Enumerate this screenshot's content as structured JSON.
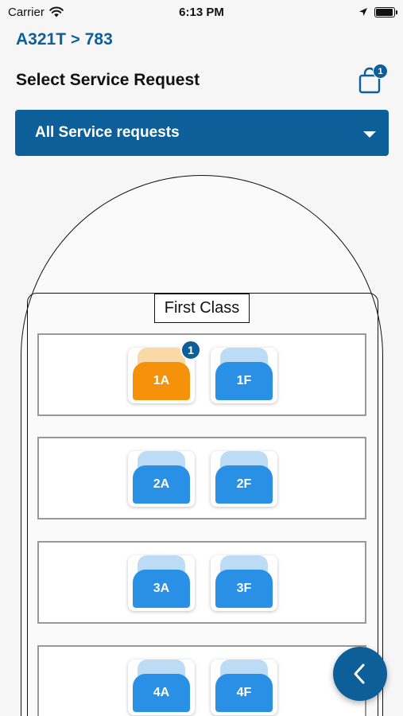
{
  "status_bar": {
    "carrier": "Carrier",
    "time": "6:13 PM",
    "icons": [
      "wifi-icon",
      "location-icon",
      "battery-icon"
    ],
    "battery_level": 0.95
  },
  "breadcrumb": {
    "items": [
      "A321T",
      "783"
    ],
    "separator": ">"
  },
  "header": {
    "title": "Select Service Request",
    "cart_icon": "shopping-bag-icon",
    "cart_count": "1"
  },
  "filter": {
    "selected": "All Service requests",
    "icon": "caret-down-icon"
  },
  "cabin": {
    "class_label": "First Class",
    "rows": [
      {
        "seats": [
          {
            "label": "1A",
            "state": "selected",
            "badge": "1"
          },
          {
            "label": "1F",
            "state": "available"
          }
        ]
      },
      {
        "seats": [
          {
            "label": "2A",
            "state": "available"
          },
          {
            "label": "2F",
            "state": "available"
          }
        ]
      },
      {
        "seats": [
          {
            "label": "3A",
            "state": "available"
          },
          {
            "label": "3F",
            "state": "available"
          }
        ]
      },
      {
        "seats": [
          {
            "label": "4A",
            "state": "available"
          },
          {
            "label": "4F",
            "state": "available"
          }
        ]
      }
    ]
  },
  "fab": {
    "icon": "chevron-left-icon"
  },
  "colors": {
    "primary": "#0d5f99",
    "seat_available": "#2a90e6",
    "seat_available_back": "#bcdcf6",
    "seat_selected": "#f6920a",
    "seat_selected_back": "#fbd9a6",
    "background": "#f6f6f6"
  }
}
